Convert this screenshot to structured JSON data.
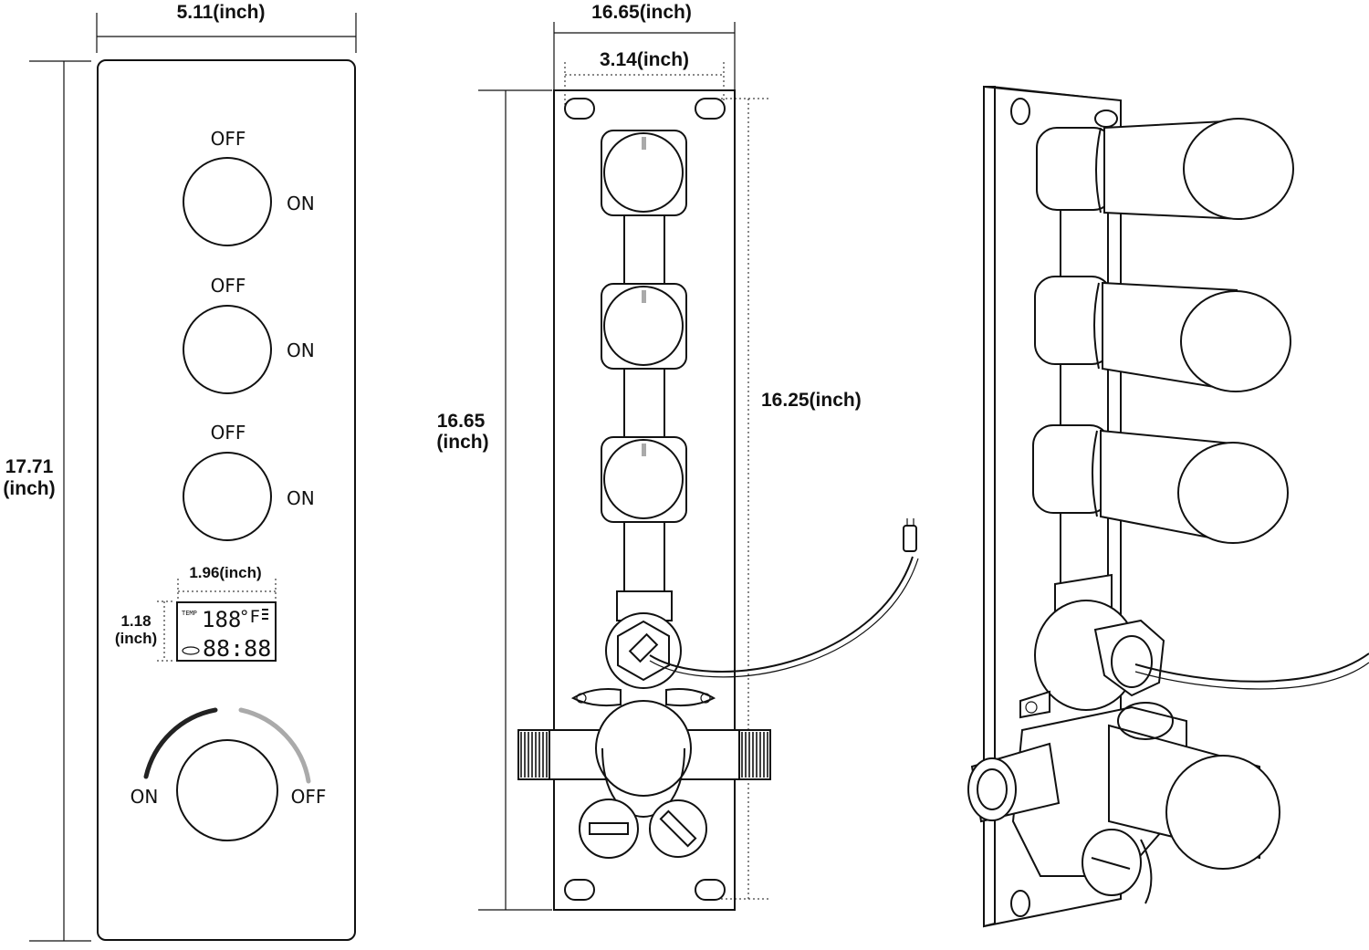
{
  "front_panel": {
    "width_label": "5.11(inch)",
    "height_label_line1": "17.71",
    "height_label_line2": "(inch)",
    "knobs": [
      {
        "off_label": "OFF",
        "on_label": "ON"
      },
      {
        "off_label": "OFF",
        "on_label": "ON"
      },
      {
        "off_label": "OFF",
        "on_label": "ON"
      }
    ],
    "display": {
      "width_label": "1.96(inch)",
      "height_label_line1": "1.18",
      "height_label_line2": "(inch)",
      "temp_tag": "TEMP",
      "temp_readout": "188",
      "unit": "°F",
      "time_readout": "88:88"
    },
    "dial": {
      "on_label": "ON",
      "off_label": "OFF",
      "cold_color": "#222222",
      "hot_color": "#aaaaaa"
    }
  },
  "valve_body": {
    "outer_width_label": "16.65(inch)",
    "inner_width_label": "3.14(inch)",
    "height_label_line1": "16.65",
    "height_label_line2": "(inch)",
    "hole_span_label": "16.25(inch)"
  },
  "perspective_view": {}
}
